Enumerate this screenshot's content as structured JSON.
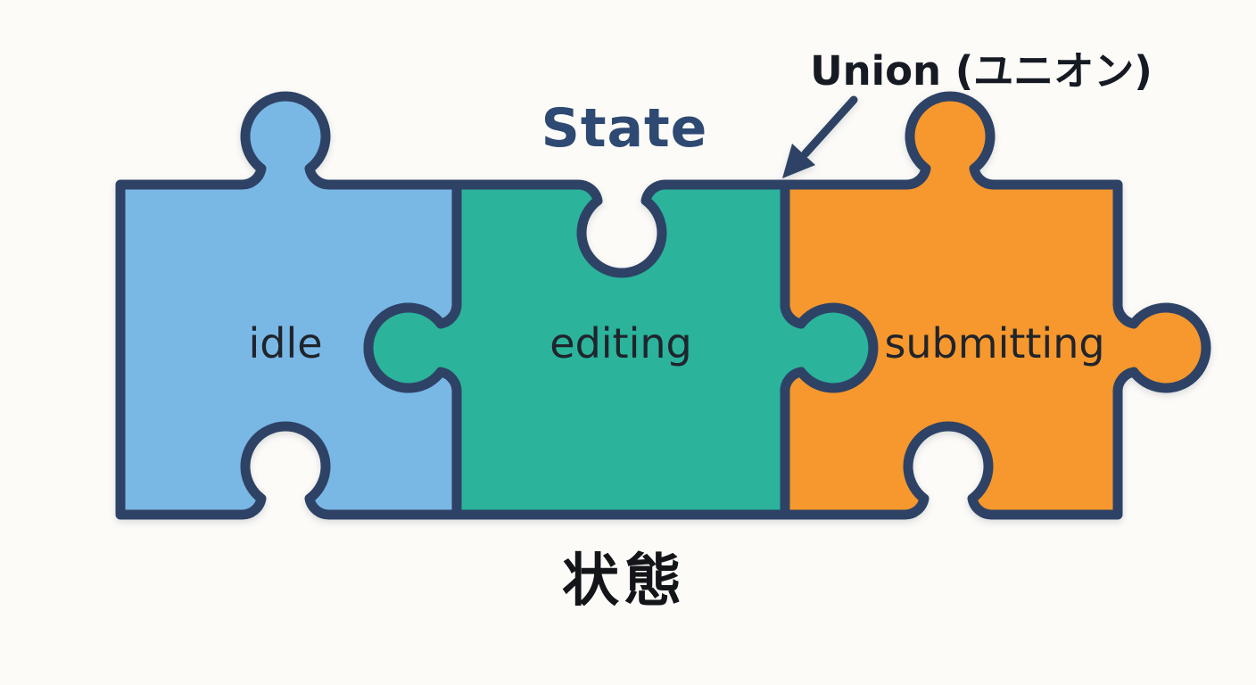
{
  "diagram": {
    "title": "State",
    "subtitle_ja": "状態",
    "annotation": {
      "label": "Union (ユニオン)"
    },
    "pieces": [
      {
        "id": "idle",
        "label": "idle",
        "color": "#79b7e5"
      },
      {
        "id": "editing",
        "label": "editing",
        "color": "#2bb39b"
      },
      {
        "id": "submitting",
        "label": "submitting",
        "color": "#f6982d"
      }
    ],
    "colors": {
      "outline": "#2e4266",
      "background": "#fcfbf8",
      "title_text": "#2e4a73",
      "label_text": "#20242c",
      "annotation_text": "#151a23",
      "arrow": "#2e4266"
    }
  }
}
